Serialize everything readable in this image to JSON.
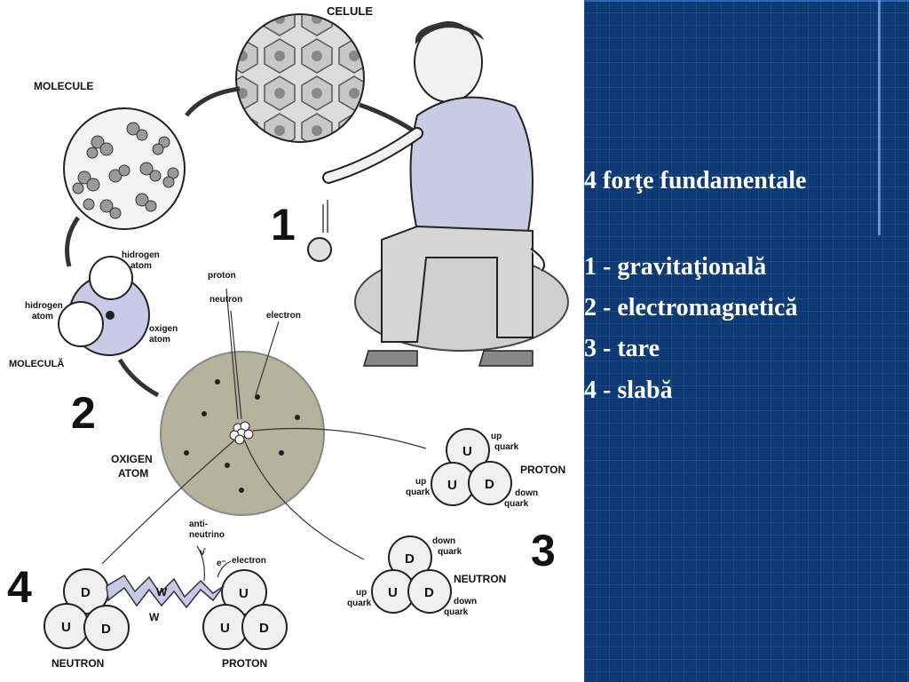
{
  "labels": {
    "cells": "CELULE",
    "molecules": "MOLECULE",
    "molecule": "MOLECULĂ",
    "hydrogen_atom_1": [
      "hidrogen",
      "atom"
    ],
    "hydrogen_atom_2": [
      "hidrogen",
      "atom"
    ],
    "oxygen_atom_small": [
      "oxigen",
      "atom"
    ],
    "proton_small": "proton",
    "neutron_small": "neutron",
    "electron_small": "electron",
    "oxygen_atom": [
      "OXIGEN",
      "ATOM"
    ],
    "proton": "PROTON",
    "neutron": "NEUTRON",
    "up_quark": [
      "up",
      "quark"
    ],
    "down_quark": [
      "down",
      "quark"
    ],
    "antineutrino": [
      "anti-",
      "neutrino"
    ],
    "electron": "electron",
    "w_plus": "W",
    "w_minus": "W",
    "neutron_bottom": "NEUTRON",
    "proton_bottom": "PROTON",
    "quark_u": "U",
    "quark_d": "D",
    "nu_symbol": "ν̄",
    "e_symbol": "e⁻"
  },
  "numbers": {
    "n1": "1",
    "n2": "2",
    "n3": "3",
    "n4": "4"
  },
  "side_text": {
    "title": "4 forţe fundamentale",
    "items": [
      "1 - gravitaţională",
      "2 - electromagnetică",
      "3 - tare",
      "4 - slabă"
    ]
  }
}
